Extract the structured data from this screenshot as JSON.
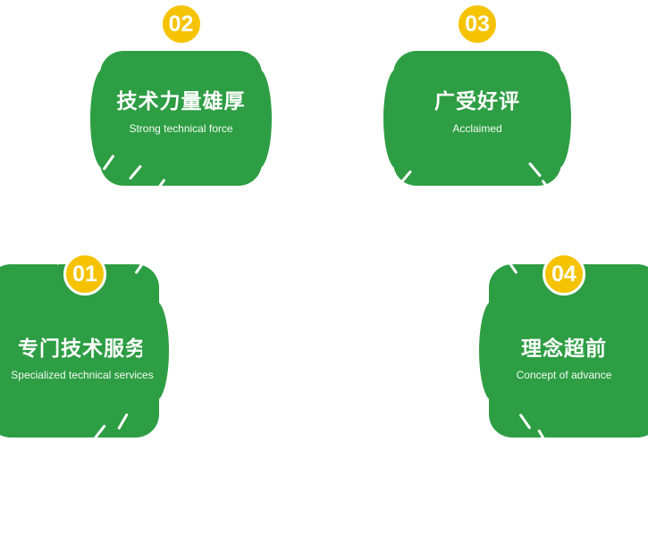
{
  "colors": {
    "card_green": "#2e9e44",
    "badge_yellow": "#f5c301",
    "text_white": "#ffffff"
  },
  "cards": [
    {
      "number": "01",
      "title": "专门技术服务",
      "subtitle": "Specialized technical services"
    },
    {
      "number": "02",
      "title": "技术力量雄厚",
      "subtitle": "Strong technical force"
    },
    {
      "number": "03",
      "title": "广受好评",
      "subtitle": "Acclaimed"
    },
    {
      "number": "04",
      "title": "理念超前",
      "subtitle": "Concept of advance"
    }
  ]
}
